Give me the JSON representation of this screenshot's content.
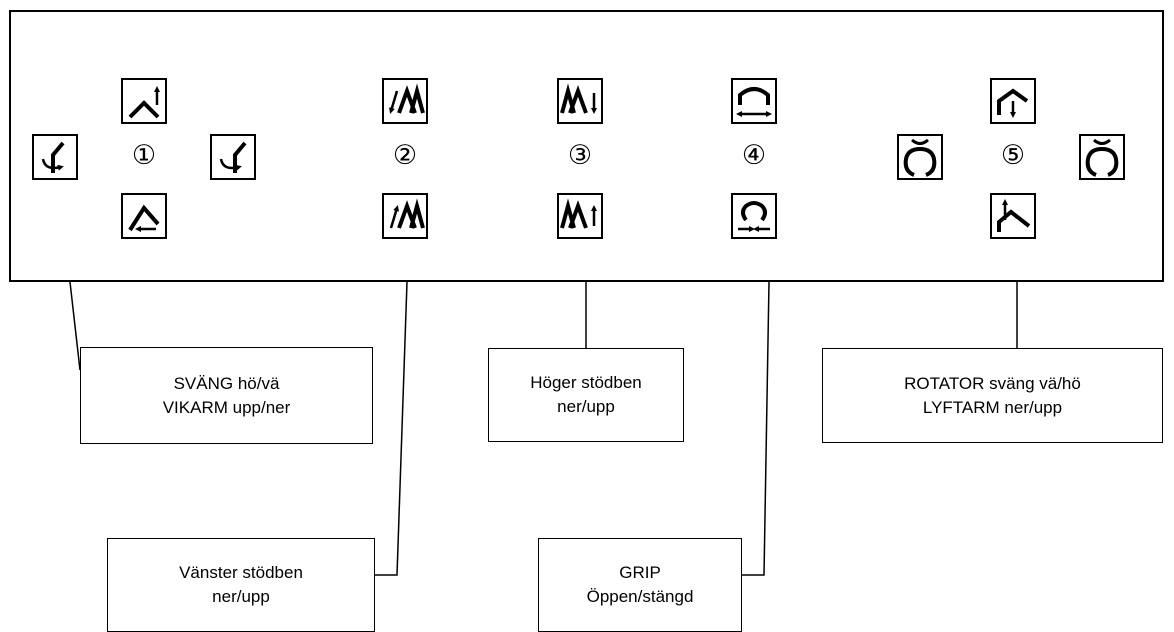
{
  "panel": {
    "groups": [
      {
        "number": "①",
        "icons": [
          "boom-up-icon",
          "swing-left-icon",
          "swing-right-icon",
          "boom-down-icon"
        ]
      },
      {
        "number": "②",
        "icons": [
          "left-stabilizer-down-icon",
          "left-stabilizer-up-icon"
        ]
      },
      {
        "number": "③",
        "icons": [
          "right-stabilizer-down-icon",
          "right-stabilizer-up-icon"
        ]
      },
      {
        "number": "④",
        "icons": [
          "grip-open-icon",
          "grip-close-icon"
        ]
      },
      {
        "number": "⑤",
        "icons": [
          "lift-arm-down-icon",
          "rotator-left-icon",
          "rotator-right-icon",
          "lift-arm-up-icon"
        ]
      }
    ]
  },
  "labels": {
    "swing": {
      "line1": "SVÄNG hö/vä",
      "line2": "VIKARM upp/ner"
    },
    "left_stab": {
      "line1": "Vänster stödben",
      "line2": "ner/upp"
    },
    "right_stab": {
      "line1": "Höger stödben",
      "line2": "ner/upp"
    },
    "grip": {
      "line1": "GRIP",
      "line2": "Öppen/stängd"
    },
    "rotator": {
      "line1": "ROTATOR sväng vä/hö",
      "line2": "LYFTARM ner/upp"
    }
  }
}
